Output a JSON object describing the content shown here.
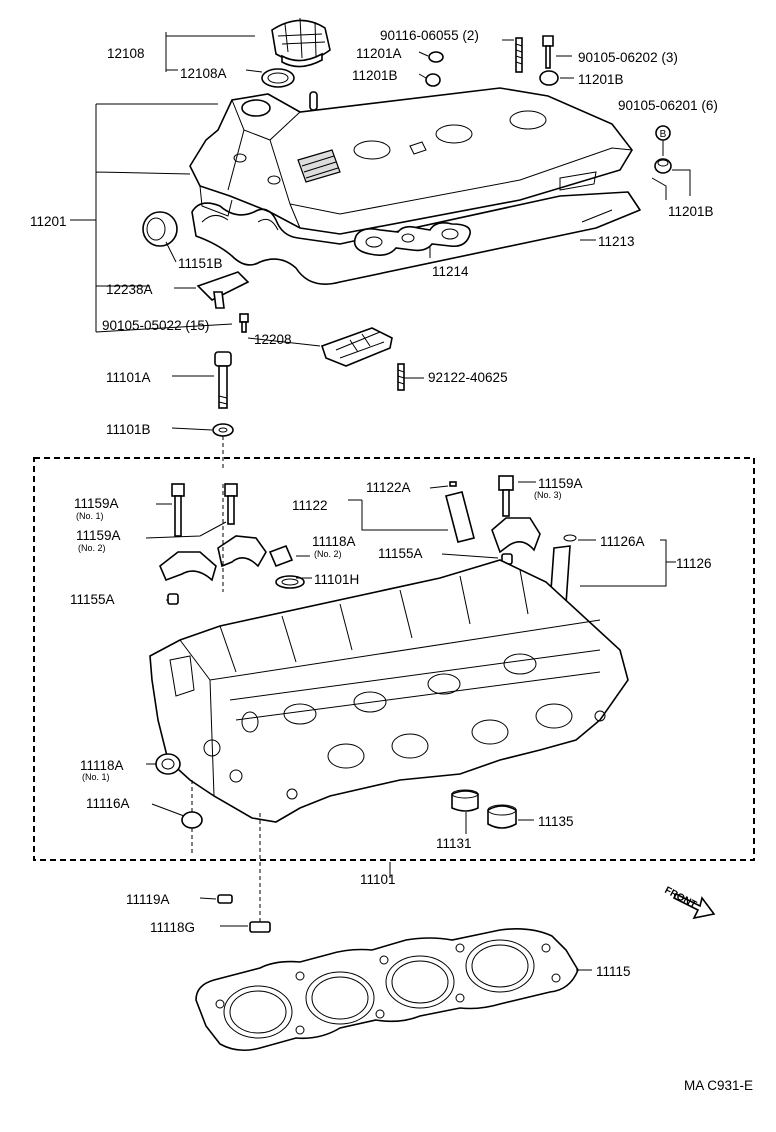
{
  "labels": {
    "l12108": "12108",
    "l12108A": "12108A",
    "l90116": "90116-06055 (2)",
    "l11201A": "11201A",
    "l11201B_a": "11201B",
    "l90105_06202": "90105-06202 (3)",
    "l11201B_b": "11201B",
    "l90105_06201": "90105-06201 (6)",
    "l11201B_c": "11201B",
    "l11201": "11201",
    "l11213": "11213",
    "l11214": "11214",
    "l11151B": "11151B",
    "l12238A": "12238A",
    "l90105_05022": "90105-05022 (15)",
    "l12208": "12208",
    "l11101A": "11101A",
    "l92122": "92122-40625",
    "l11101B": "11101B",
    "l11122A": "11122A",
    "l11159A_3": "11159A",
    "l11159A_3_sub": "(No. 3)",
    "l11122": "11122",
    "l11159A_1": "11159A",
    "l11159A_1_sub": "(No. 1)",
    "l11159A_2": "11159A",
    "l11159A_2_sub": "(No. 2)",
    "l11118A_2": "11118A",
    "l11118A_2_sub": "(No. 2)",
    "l11155A_r": "11155A",
    "l11126A": "11126A",
    "l11126": "11126",
    "l11101H": "11101H",
    "l11155A_l": "11155A",
    "l11118A_1": "11118A",
    "l11118A_1_sub": "(No. 1)",
    "l11116A": "11116A",
    "l11131": "11131",
    "l11135": "11135",
    "l11101": "11101",
    "l11119A": "11119A",
    "l11118G": "11118G",
    "l11115": "11115",
    "front": "FRONT",
    "code": "MA C931-E"
  },
  "icons": {
    "bolt_mark": "B"
  }
}
